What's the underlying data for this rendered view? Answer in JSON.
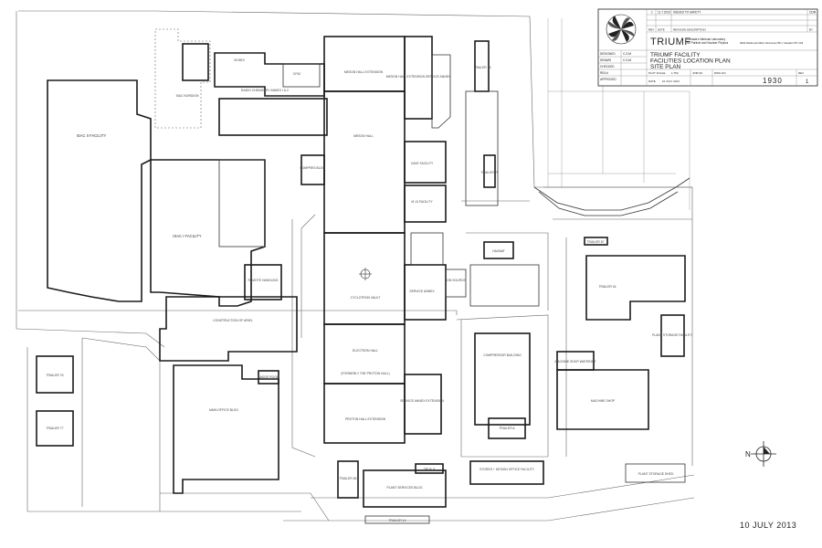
{
  "drawing_date": "10 JULY 2013",
  "title_block": {
    "org_name": "TRIUMF",
    "org_subtitle_1": "Canada's National Laboratory",
    "org_subtitle_2": "for Particle and Nuclear Physics",
    "address": "4004 Wesbrook Mall | Vancouver BC | Canada V6T 2A3",
    "rev_number": "1",
    "rev_date": "11.7.2013",
    "rev_description": "ISSUED TO SAFETY",
    "rev_by": "CDM",
    "rev_header_rev": "REV",
    "rev_header_date": "DATE",
    "rev_header_desc": "REVISION DESCRIPTION",
    "rev_header_by": "BY",
    "designed_label": "DESIGNED",
    "designed_value": "C.D.M",
    "drawn_label": "DRAWN",
    "drawn_value": "C.D.M",
    "checked_label": "CHECKED",
    "rea_label": "REA #",
    "approved_label": "APPROVED",
    "plot_scale_label": "PLOT SCALE",
    "plot_scale_value": "1:750",
    "date_label": "DATE",
    "date_value": "10 JULY 2013",
    "title_line_1": "TRIUMF FACILITY",
    "title_line_2": "FACILITIES LOCATION PLAN",
    "title_line_3": "SITE PLAN",
    "job_label": "JOB NO",
    "dwg_label": "DWG NO",
    "dwg_number": "1930",
    "rev_label": "REV",
    "rev_value": "1"
  },
  "buildings": {
    "isac2": "ISAC II FACILITY",
    "isac1": "ISAC I FACILITY",
    "isac_nordion": "ISAC NORDION",
    "thirty_mev": "30 MEV",
    "cp42": "CP42",
    "radio_chem": "RADIO CHEMISTRY ANNEX I & 2",
    "meson_ext": "MESON HALL EXTENSION",
    "meson_service": "MESON HALL EXTENSION SERVICE ANNEX",
    "meson_hall": "MESON HALL",
    "compres": "COMPRES BLDG",
    "cave_facility": "CAVE FACILITY",
    "m13": "M 13 FACILITY",
    "cyclotron_vault": "CYCLOTRON VAULT",
    "service_annex": "SERVICE ANNEX",
    "ion_source": "ION SOURCE",
    "remote_handling": "REMOTE HANDLING",
    "construction": "CONSTRUCTION OF ARIEL",
    "electron_hall": "ELECTRON HALL",
    "formerly_proton": "(FORMERLY THE PROTON HALL)",
    "proton_ext": "PROTON HALL EXTENSION",
    "service_annex_ext": "SERVICE ANNEX EXTENSION",
    "badge_room": "BADGE ROOM",
    "main_office": "MAIN OFFICE BLDG",
    "trailer_76": "TRAILER 76",
    "trailer_77": "TRAILER 77",
    "hazmat": "HAZMAT",
    "trailer_74": "TRAILER 74",
    "trailer_75": "TRAILER 75",
    "trailer_87": "TRAILER 87",
    "trailer_04": "TRAILER 04",
    "compressor": "COMPRESSOR BUILDING",
    "trailer_a": "TRAILER A",
    "machine_shop_waterjet": "MACHINE SHOP WATERJET",
    "machine_shop": "MACHINE SHOP",
    "plant_storage_facility": "PLANT STORAGE FACILITY",
    "plant_storage_shed": "PLANT STORAGE SHED",
    "stores": "STORES + DESIGN OFFICE FACILITY",
    "trailer_5": "TRLR. 5",
    "plant_services": "PLANT SERVICES BLDG",
    "trailer_84": "TRAILER 84",
    "trailer_bottom": "TRAILER 14"
  },
  "north_label": "N"
}
